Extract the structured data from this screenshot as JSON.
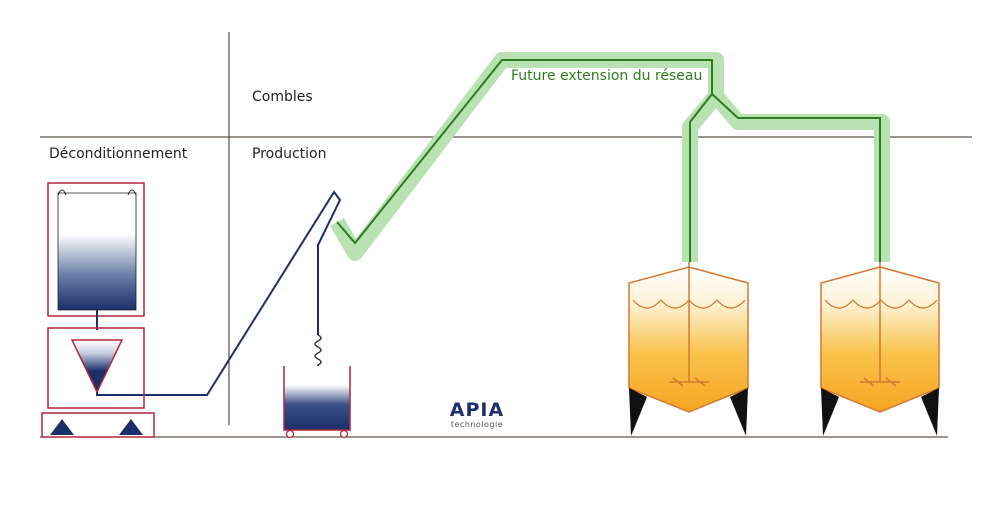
{
  "zones": {
    "combles": "Combles",
    "production": "Production",
    "deconditionnement": "Déconditionnement"
  },
  "network": {
    "future_extension": "Future extension du réseau"
  },
  "logo": {
    "main": "APIA",
    "sub": "technologie"
  },
  "colors": {
    "frame_red": "#b3273a",
    "product_blue": "#1b2f6b",
    "future_green": "#9fd49a",
    "future_line": "#2f7d1e",
    "tank_orange": "#f5a623",
    "floor_brown": "#3b2a22"
  }
}
